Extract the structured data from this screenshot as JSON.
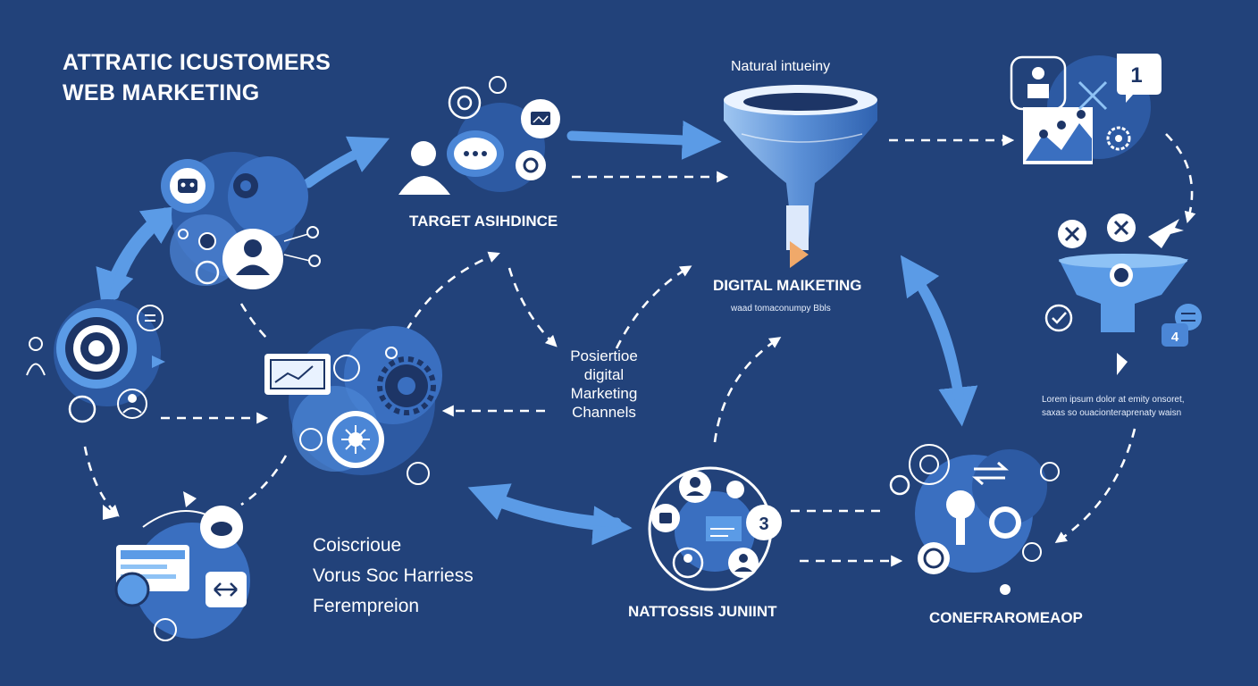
{
  "title": {
    "line1": "ATTRATIC ICUSTOMERS",
    "line2": "WEB MARKETING"
  },
  "nodes": {
    "target_audience": "TARGET ASIHDINCE",
    "funnel_caption": "Natural intueiny",
    "digital_marketing": "DIGITAL MAIKETING",
    "digital_marketing_sub": "waad tomaconumpy Bbls",
    "center_channels": [
      "Posiertioe",
      "digital",
      "Marketing",
      "Channels"
    ],
    "left_block": [
      "Coiscrioue",
      "Vorus Soc Harriess",
      "Ferempreion"
    ],
    "bottom_center": "NATTOSSIS JUNIINT",
    "bottom_right": "CONEFRAROMEAOP",
    "lorem": [
      "Lorem ipsum dolor at emity onsoret,",
      "saxas so ouacionteraprenaty waisn"
    ],
    "badge_top": "1",
    "badge_mid": "3",
    "badge_right": "4"
  },
  "icons": [
    "gear-icon",
    "chat-icon",
    "person-icon",
    "target-icon",
    "funnel-icon",
    "chart-icon",
    "close-icon",
    "question-icon",
    "check-icon",
    "network-icon",
    "robot-icon",
    "cloud-icon",
    "monitor-icon",
    "image-icon",
    "airplane-icon"
  ],
  "colors": {
    "background": "#22427a",
    "accent": "#5b9be6",
    "light_accent": "#8ec2f5",
    "icon_dark": "#1d3566",
    "white": "#ffffff",
    "funnel_tip": "#f0a96a"
  }
}
